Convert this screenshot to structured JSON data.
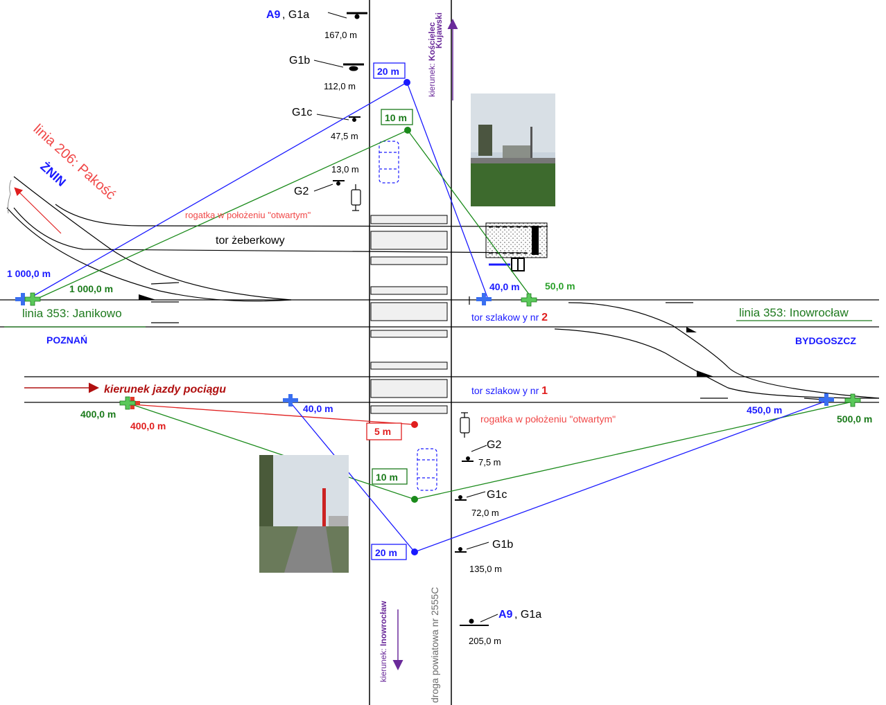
{
  "colors": {
    "blue": "#1a1aff",
    "green": "#1a7a1a",
    "red": "#e01e1e",
    "dark_red": "#b01010",
    "purple": "#6a2a9a",
    "line": "#000000",
    "green_text": "#1e7a1e",
    "pink": "#f04848"
  },
  "top": {
    "a9": "A9",
    "g1a_suffix": ", G1a",
    "d167": "167,0 m",
    "g1b": "G1b",
    "d112": "112,0 m",
    "g1c": "G1c",
    "d47": "47,5 m",
    "d13": "13,0 m",
    "g2": "G2",
    "dir_prefix": "kierunek: ",
    "dir_town1": "Kościelec",
    "dir_town2": "Kujawski",
    "box20": "20 m",
    "box10": "10 m"
  },
  "left": {
    "line206": "linia 206: Pakość",
    "znin": "ŻNIN",
    "blue1000": "1 000,0 m",
    "green1000": "1 000,0 m",
    "line353_left": "linia 353: Janikowo",
    "poznan": "POZNAŃ",
    "train_dir": "kierunek jazdy pociągu"
  },
  "middle": {
    "rogatka_top": "rogatka w położeniu \"otwartym\"",
    "tor_zeberkowy": "tor żeberkowy",
    "blue40_top": "40,0 m",
    "green50": "50,0 m",
    "tor2_prefix": "tor szlakow y nr ",
    "tor2_num": "2",
    "line353_right": "linia 353: Inowrocław",
    "bydgoszcz": "BYDGOSZCZ",
    "tor1_prefix": "tor szlakow y nr ",
    "tor1_num": "1"
  },
  "bottom": {
    "green400": "400,0 m",
    "red400": "400,0 m",
    "blue40": "40,0 m",
    "box5": "5 m",
    "rogatka_bottom": "rogatka w położeniu \"otwartym\"",
    "blue450": "450,0 m",
    "green500": "500,0 m",
    "g2": "G2",
    "d7": "7,5 m",
    "box10": "10 m",
    "g1c": "G1c",
    "d72": "72,0 m",
    "box20": "20 m",
    "g1b": "G1b",
    "d135": "135,0 m",
    "a9": "A9",
    "g1a_suffix": ", G1a",
    "d205": "205,0 m",
    "dir_prefix": "kierunek: ",
    "dir_town": "Inowrocław",
    "road": "droga powiatowa nr 2555C"
  },
  "photos": {
    "top_right": "photo of crossing from north-east side",
    "bottom_left": "photo of crossing road with barriers"
  }
}
